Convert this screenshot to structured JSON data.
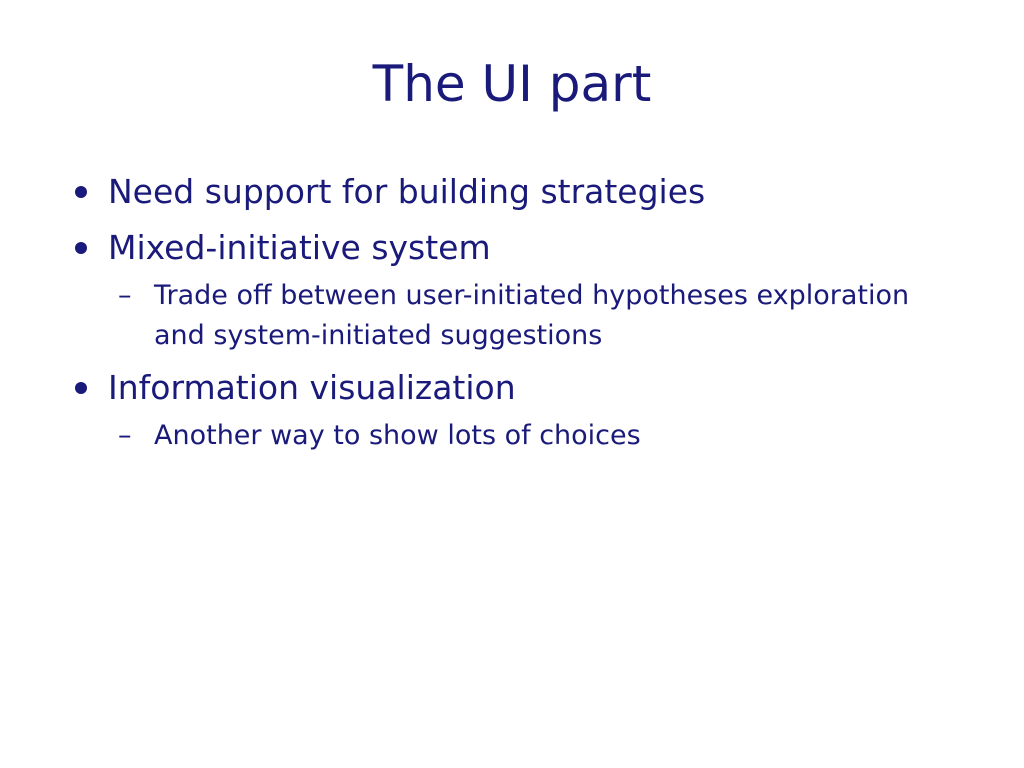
{
  "slide": {
    "title": "The UI part",
    "bullets": [
      {
        "text": "Need support for building strategies",
        "subs": []
      },
      {
        "text": "Mixed-initiative system",
        "subs": [
          "Trade off between user-initiated hypotheses exploration and system-initiated suggestions"
        ]
      },
      {
        "text": "Information visualization",
        "subs": [
          "Another way to show lots of choices"
        ]
      }
    ],
    "sub_marker": "–"
  },
  "colors": {
    "text": "#1a1a7a",
    "background": "#ffffff"
  }
}
